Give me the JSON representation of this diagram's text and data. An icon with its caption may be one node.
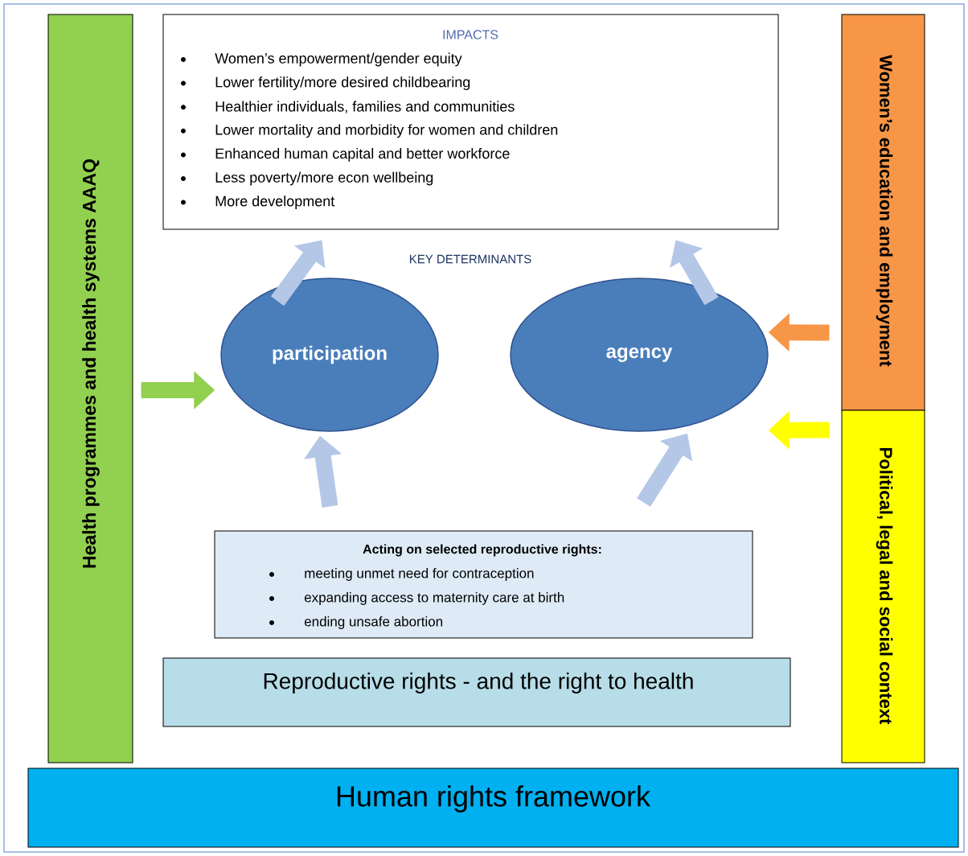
{
  "diagram": {
    "nodes": [
      {
        "text": [
          "Health programmes and health systems AAAQ"
        ]
      },
      {
        "text": [
          "IMPACTS",
          "Women’s empowerment/gender equity",
          "Lower fertility/more desired childbearing",
          "Healthier individuals, families and communities",
          "Lower mortality and morbidity for women and children",
          "Enhanced human capital and better workforce",
          "Less poverty/more econ wellbeing",
          "More development"
        ]
      },
      {
        "text": [
          "participation"
        ]
      },
      {
        "text": [
          "agency"
        ]
      },
      {
        "text": [
          "Women’s education and employment"
        ]
      },
      {
        "text": [
          "Political, legal and social context"
        ]
      },
      {
        "text": [
          "Acting on selected reproductive rights:",
          "meeting unmet need for contraception",
          "expanding access to maternity care at birth",
          "ending unsafe abortion"
        ]
      },
      {
        "text": [
          "Reproductive rights - and the right to health"
        ]
      },
      {
        "text": [
          "Human rights framework"
        ]
      }
    ],
    "edges": [
      {
        "from": 0,
        "to": 2,
        "arrow": "to",
        "color": "#92d050"
      },
      {
        "from": 4,
        "to": 3,
        "arrow": "to",
        "color": "#f79646"
      },
      {
        "from": 5,
        "to": 3,
        "arrow": "to",
        "color": "#ffff00"
      },
      {
        "from": 2,
        "to": 1,
        "arrow": "to"
      },
      {
        "from": 3,
        "to": 1,
        "arrow": "to"
      },
      {
        "from": 6,
        "to": 2,
        "arrow": "to"
      },
      {
        "from": 6,
        "to": 3,
        "arrow": "to"
      }
    ],
    "labels": [
      "KEY DETERMINANTS"
    ]
  }
}
